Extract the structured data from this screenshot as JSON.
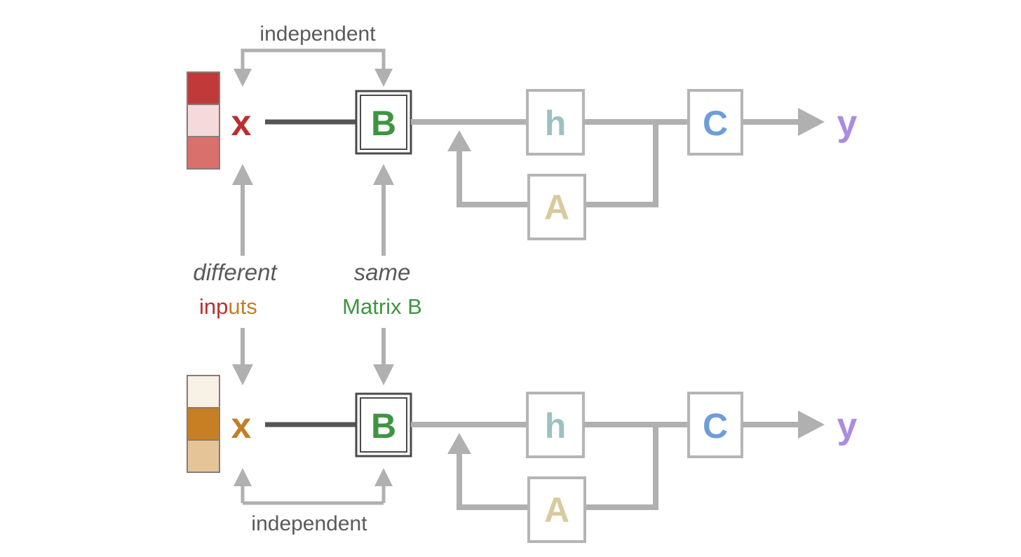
{
  "diagram": {
    "title": "independent-input-shared-matrix-b-state-space-diagram",
    "background_color": "#ffffff",
    "colors": {
      "wire_gray": "#b0b0b0",
      "wire_dark": "#555555",
      "box_border_light": "#b5b5b5",
      "box_border_dark": "#4a4a4a",
      "annotation_text": "#5a5a5a",
      "x_red": "#b93030",
      "x_orange": "#c07f28",
      "b_green": "#3f9442",
      "h_teal": "#9dc0c0",
      "a_tan": "#d9ca9e",
      "c_blue": "#6e9dd8",
      "y_purple": "#ab8ce0"
    },
    "rows": [
      {
        "id": "row-top",
        "top_annotation": "independent",
        "bottom_annotation": null,
        "swatches": [
          {
            "name": "swatch-top-1",
            "color": "#c13a3a"
          },
          {
            "name": "swatch-top-2",
            "color": "#f4dada"
          },
          {
            "name": "swatch-top-3",
            "color": "#d9706c"
          }
        ],
        "input_label": "x",
        "input_label_color": "#b93030",
        "matrix_label": "B",
        "matrix_label_color": "#3f9442",
        "state_label": "h",
        "state_label_color": "#9dc0c0",
        "feedback_label": "A",
        "feedback_label_color": "#d9ca9e",
        "output_matrix_label": "C",
        "output_matrix_label_color": "#6e9dd8",
        "output_label": "y",
        "output_label_color": "#ab8ce0"
      },
      {
        "id": "row-bottom",
        "top_annotation": null,
        "bottom_annotation": "independent",
        "swatches": [
          {
            "name": "swatch-bottom-1",
            "color": "#f8f1e6"
          },
          {
            "name": "swatch-bottom-2",
            "color": "#c67f23"
          },
          {
            "name": "swatch-bottom-3",
            "color": "#e5c498"
          }
        ],
        "input_label": "x",
        "input_label_color": "#c07f28",
        "matrix_label": "B",
        "matrix_label_color": "#3f9442",
        "state_label": "h",
        "state_label_color": "#9dc0c0",
        "feedback_label": "A",
        "feedback_label_color": "#d9ca9e",
        "output_matrix_label": "C",
        "output_matrix_label_color": "#6e9dd8",
        "output_label": "y",
        "output_label_color": "#ab8ce0"
      }
    ],
    "middle_annotations": {
      "inputs_group": {
        "italic_word": "different",
        "italic_color": "#5a5a5a",
        "plain_word_part1": "inp",
        "plain_word_part1_color": "#b93030",
        "plain_word_part2": "uts",
        "plain_word_part2_color": "#c07f28"
      },
      "matrix_group": {
        "italic_word": "same",
        "italic_color": "#5a5a5a",
        "plain_word": "Matrix B",
        "plain_color": "#3f9442"
      }
    }
  }
}
